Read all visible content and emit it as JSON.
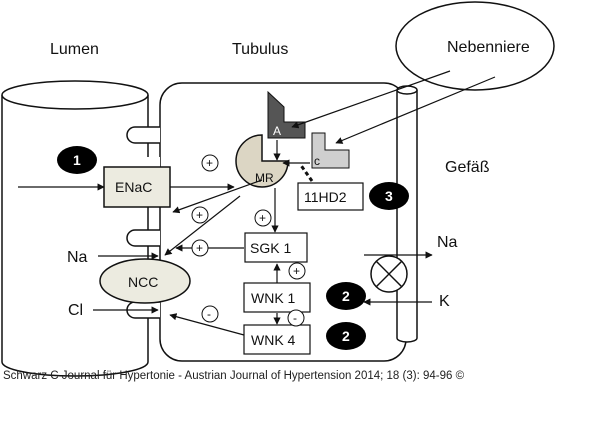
{
  "labels": {
    "lumen": "Lumen",
    "tubulus": "Tubulus",
    "nebenniere": "Nebenniere",
    "gefaess": "Gefäß"
  },
  "elements": {
    "enac": "ENaC",
    "ncc": "NCC",
    "mr": "MR",
    "sgk1": "SGK 1",
    "wnk1": "WNK 1",
    "wnk4": "WNK 4",
    "hd2": "11HD2",
    "a": "A",
    "c": "c"
  },
  "ions": {
    "na_left": "Na",
    "cl_left": "Cl",
    "na_right": "Na",
    "k_right": "K"
  },
  "badges": {
    "b1": "1",
    "b2_top": "2",
    "b2_bottom": "2",
    "b3": "3"
  },
  "signs": {
    "plus": "+",
    "minus": "-"
  },
  "caption": "Schwarz C Journal für Hypertonie - Austrian Journal of Hypertension 2014; 18 (3): 94-96 ©",
  "colors": {
    "background": "#ffffff",
    "line": "#111111",
    "enac_fill": "#ecebe0",
    "mr_fill": "#dcd6c4",
    "aldosterone_fill": "#555555",
    "cortisol_fill": "#cfcfcf",
    "badge_fill": "#000000"
  }
}
